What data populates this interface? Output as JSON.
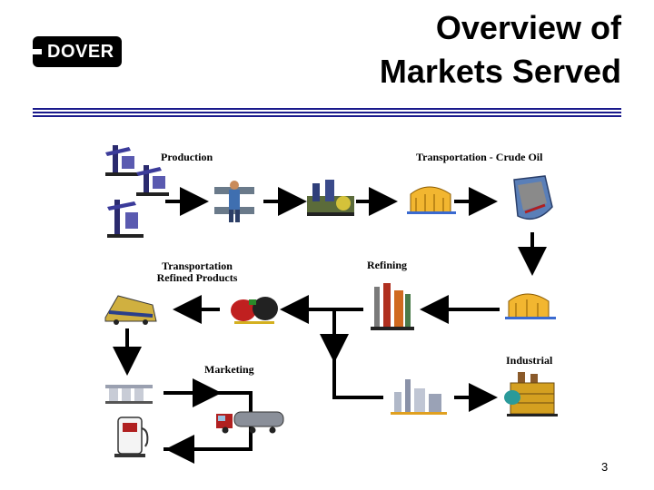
{
  "header": {
    "logo_text": "DOVER",
    "title_line1": "Overview of",
    "title_line2": "Markets Served"
  },
  "labels": {
    "production": "Production",
    "transport_crude": "Transportation - Crude Oil",
    "transport_refined_1": "Transportation",
    "transport_refined_2": "Refined Products",
    "refining": "Refining",
    "marketing": "Marketing",
    "industrial": "Industrial"
  },
  "page_number": "3",
  "colors": {
    "rule": "#1a1a8c",
    "arrow": "#000000",
    "logo_bg": "#000000"
  },
  "icons": [
    "oil-pumpjack-icon",
    "oil-worker-icon",
    "processing-plant-icon",
    "oil-storage-tank-icon",
    "oil-tanker-ship-icon",
    "oil-storage-tank-icon",
    "refinery-icon",
    "tank-cars-icon",
    "freight-train-icon",
    "fuel-station-icon",
    "gas-pump-icon",
    "tanker-truck-icon",
    "factory-icon",
    "industrial-plant-icon"
  ]
}
